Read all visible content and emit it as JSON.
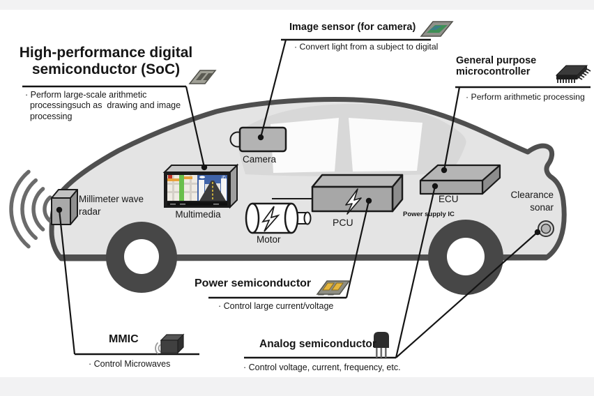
{
  "figure": {
    "subject": "Automotive semiconductors diagram (car cutaway with labeled chips)"
  },
  "callouts": {
    "soc": {
      "title": "High-performance digital\nsemiconductor (SoC)",
      "desc": "· Perform large-scale arithmetic\n  processingsuch as  drawing and image\n  processing"
    },
    "image_sensor": {
      "title": "Image sensor (for camera)",
      "desc": "· Convert light from a subject to digital"
    },
    "mcu": {
      "title": "General purpose\nmicrocontroller",
      "desc": "· Perform arithmetic processing"
    },
    "power": {
      "title": "Power semiconductor",
      "desc": "· Control large current/voltage"
    },
    "mmic": {
      "title": "MMIC",
      "desc": "· Control Microwaves"
    },
    "analog": {
      "title": "Analog semiconductor",
      "desc": "· Control voltage, current, frequency, etc."
    }
  },
  "components": {
    "radar": "Millimeter wave\nradar",
    "multimedia": "Multimedia",
    "camera": "Camera",
    "motor": "Motor",
    "pcu": "PCU",
    "ecu": "ECU",
    "power_supply_ic": "Power supply IC",
    "sonar": "Clearance\nsonar"
  },
  "icons": {
    "soc_chip": "flat package with two dark dies",
    "image_sensor_chip": "flat package with green sensor area",
    "mcu_chip": "black IC with pins",
    "power_chip": "module with gold pads",
    "mmic_chip": "dark 3D chip emitting waves",
    "transistor": "TO-92 transistor with three legs"
  },
  "colors": {
    "car_body": "#e4e4e4",
    "car_outline": "#4f4f4f",
    "component_gray": "#a7a7a7",
    "screen_sky_blue": "#3f63a8",
    "map_green": "#6abf4b",
    "map_orange": "#e8a33d",
    "gold_pad": "#e5b53c",
    "sensor_green": "#3f8f56",
    "line_black": "#141414"
  }
}
